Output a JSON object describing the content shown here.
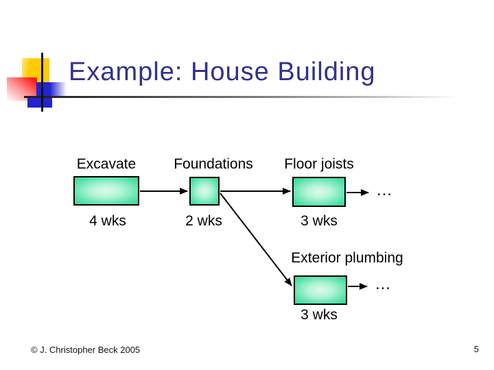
{
  "slide": {
    "title": "Example: House Building",
    "footer": {
      "copyright": "© J. Christopher Beck 2005",
      "page_number": "5"
    }
  },
  "diagram": {
    "tasks": [
      {
        "name": "Excavate",
        "duration": "4 wks"
      },
      {
        "name": "Foundations",
        "duration": "2 wks"
      },
      {
        "name": "Floor joists",
        "duration": "3 wks"
      },
      {
        "name": "Exterior plumbing",
        "duration": "3 wks"
      }
    ],
    "continuation_ellipsis": "…",
    "edges": [
      {
        "from": "Excavate",
        "to": "Foundations"
      },
      {
        "from": "Foundations",
        "to": "Floor joists"
      },
      {
        "from": "Floor joists",
        "to": "…"
      },
      {
        "from": "Foundations",
        "to": "Exterior plumbing"
      },
      {
        "from": "Exterior plumbing",
        "to": "…"
      }
    ]
  },
  "colors": {
    "title_text": "#31318b",
    "task_box_edge": "#35d696",
    "task_box_center": "#dbfbea",
    "box_border": "#000000",
    "logo_yellow": "#ffcc00",
    "logo_red": "#ff1a1a",
    "logo_blue": "#2323cf"
  }
}
